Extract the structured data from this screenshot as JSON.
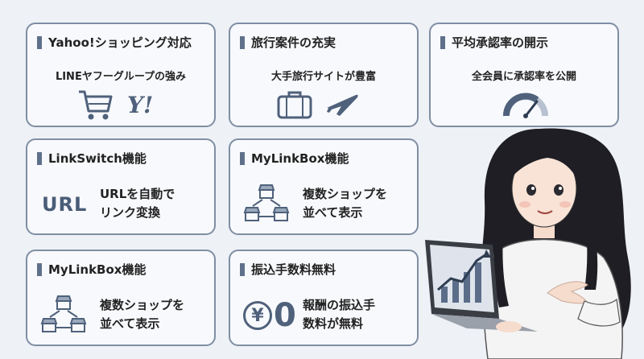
{
  "cards": {
    "yahoo": {
      "title": "Yahoo!ショッピング対応",
      "subtitle": "LINEヤフーグループの強み",
      "logo_text": "Y!"
    },
    "travel": {
      "title": "旅行案件の充実",
      "subtitle": "大手旅行サイトが豊富"
    },
    "approval": {
      "title": "平均承認率の開示",
      "subtitle": "全会員に承認率を公開"
    },
    "linkswitch": {
      "title": "LinkSwitch機能",
      "icon_text": "URL",
      "line1": "URLを自動で",
      "line2": "リンク変換"
    },
    "mylinkbox1": {
      "title": "MyLinkBox機能",
      "line1": "複数ショップを",
      "line2": "並べて表示"
    },
    "mylinkbox2": {
      "title": "MyLinkBox機能",
      "line1": "複数ショップを",
      "line2": "並べて表示"
    },
    "fee": {
      "title": "振込手数料無料",
      "yen": "¥",
      "zero": "0",
      "line1": "報酬の振込手",
      "line2": "数料が無料"
    }
  },
  "icons": [
    "cart-icon",
    "yahoo-logo-icon",
    "suitcase-icon",
    "airplane-icon",
    "gauge-icon",
    "store-network-icon",
    "yen-zero-icon",
    "laptop-chart-icon"
  ],
  "colors": {
    "background": "#eef1f6",
    "card": "#f8f9fc",
    "border": "#7f8ea3",
    "accent": "#4f617b"
  }
}
